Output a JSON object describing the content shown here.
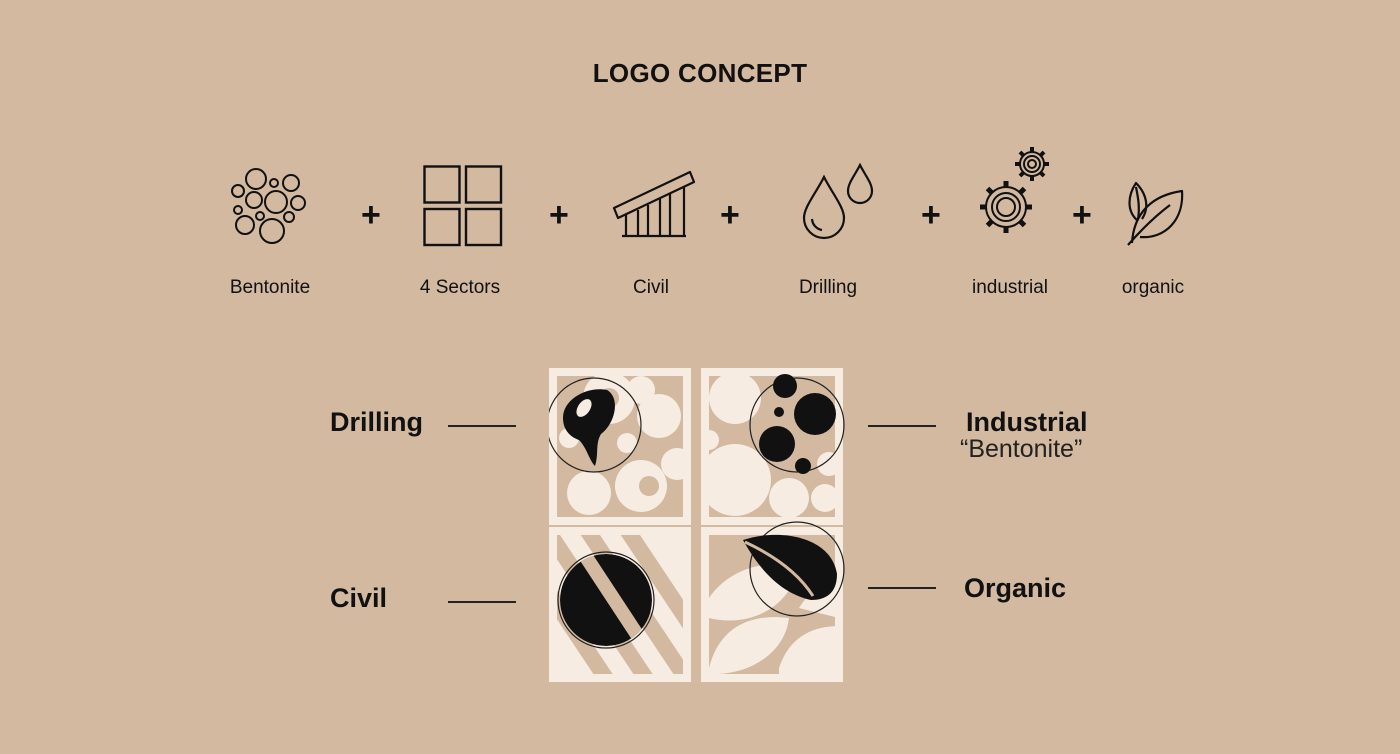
{
  "title": "LOGO CONCEPT",
  "plus_sign": "+",
  "concepts": [
    {
      "label": "Bentonite",
      "icon": "bubbles-icon"
    },
    {
      "label": "4 Sectors",
      "icon": "four-squares-icon"
    },
    {
      "label": "Civil",
      "icon": "building-icon"
    },
    {
      "label": "Drilling",
      "icon": "drops-icon"
    },
    {
      "label": "industrial",
      "icon": "gears-icon"
    },
    {
      "label": "organic",
      "icon": "leaf-icon"
    }
  ],
  "logo_quadrants": {
    "top_left": "Drilling",
    "top_right_title": "Industrial",
    "top_right_subtitle": "“Bentonite”",
    "bottom_left": "Civil",
    "bottom_right": "Organic"
  },
  "colors": {
    "background": "#d2b9a0",
    "tile": "#f6ece2",
    "ink": "#111111"
  }
}
